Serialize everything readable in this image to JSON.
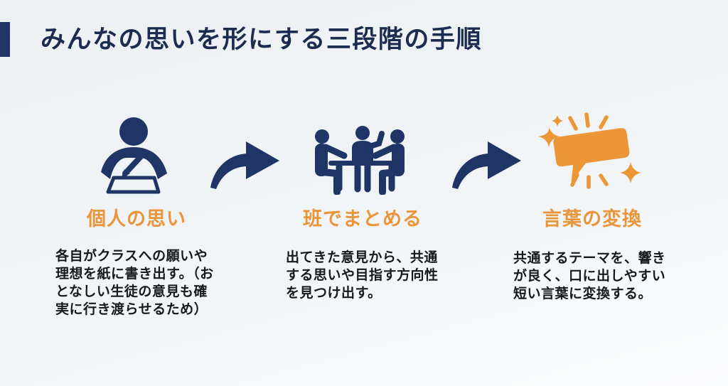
{
  "title": "みんなの思いを形にする三段階の手順",
  "colors": {
    "navy": "#1E3566",
    "title_navy": "#1C2C50",
    "orange": "#E8953C",
    "text": "#17191E",
    "background": "#F0F3F6"
  },
  "steps": [
    {
      "icon": "person-writing-icon",
      "label": "個人の思い",
      "description": "各自がクラスへの願いや\n理想を紙に書き出す。（お\nとなしい生徒の意見も確\n実に行き渡らせるため）"
    },
    {
      "icon": "group-discussion-icon",
      "label": "班でまとめる",
      "description": "出てきた意見から、共通\nする思いや目指す方向性\nを見つけ出す。"
    },
    {
      "icon": "sparkling-speech-bubble-icon",
      "label": "言葉の変換",
      "description": "共通するテーマを、響き\nが良く、口に出しやすい\n短い言葉に変換する。"
    }
  ],
  "connectors": [
    {
      "icon": "arrow-right"
    },
    {
      "icon": "arrow-right"
    }
  ]
}
